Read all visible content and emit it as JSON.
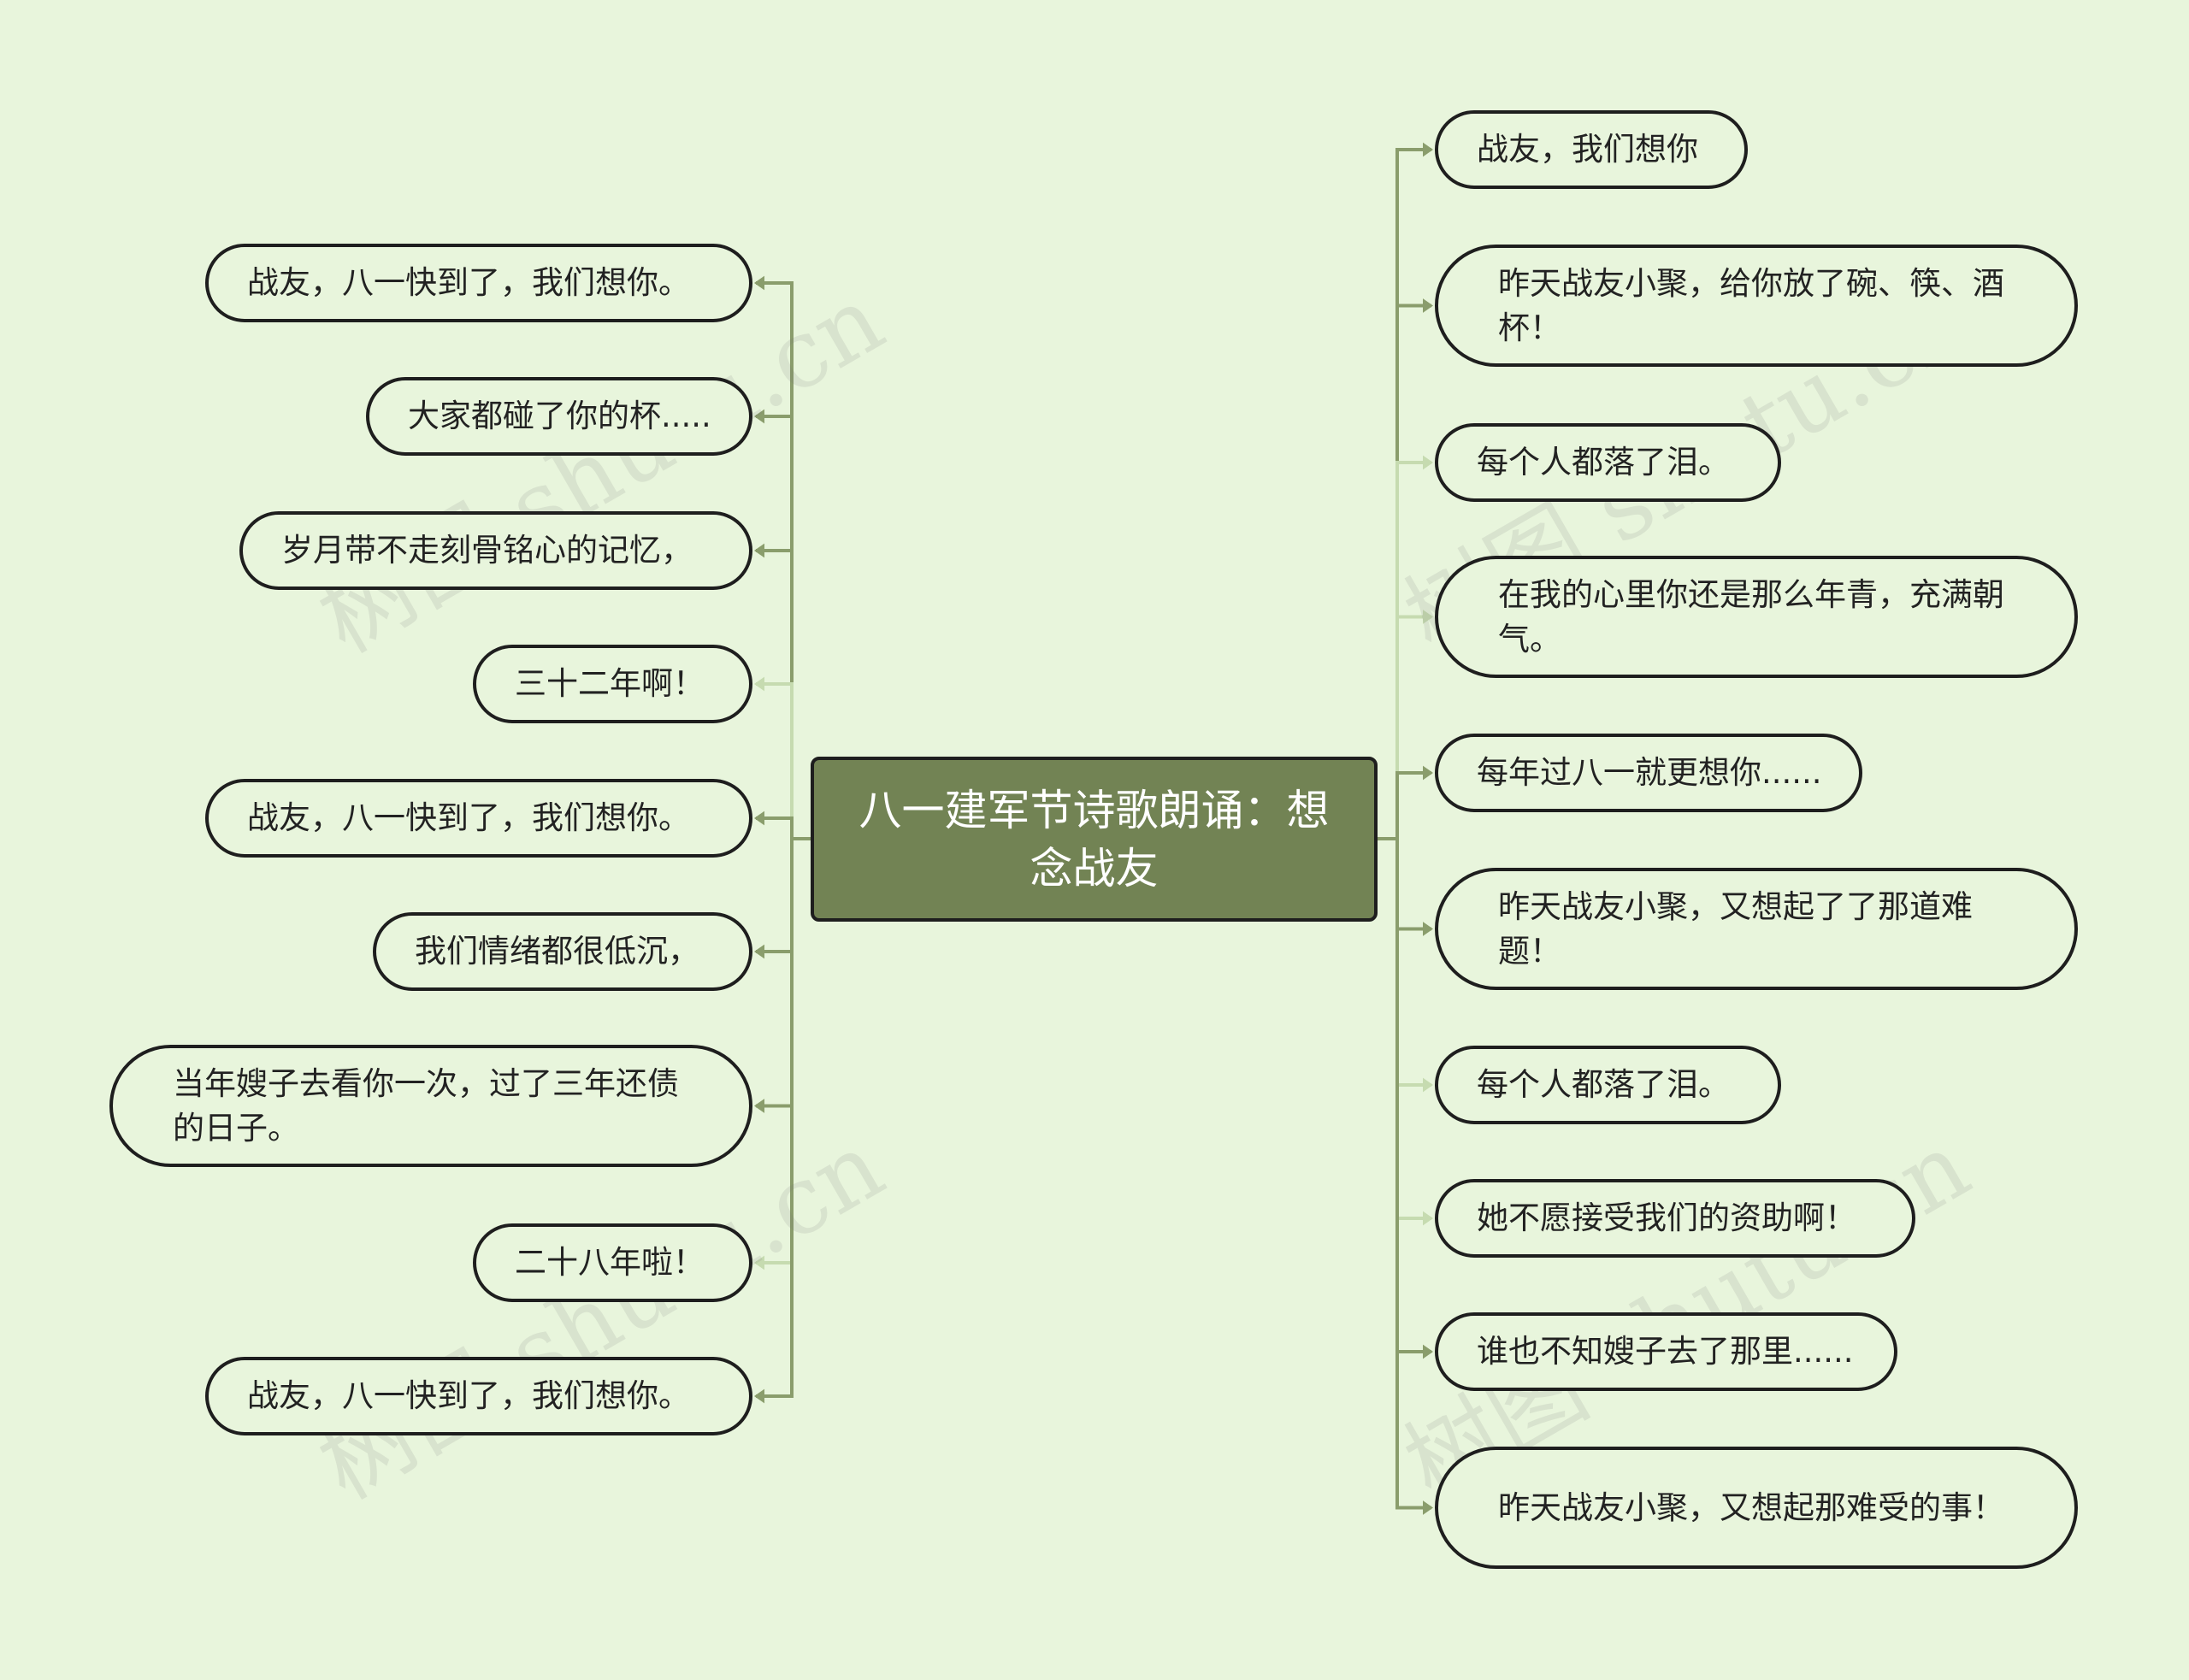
{
  "center": {
    "title": "八一建军节诗歌朗诵：想念战友"
  },
  "left_nodes": [
    "战友，八一快到了，我们想你。",
    "大家都碰了你的杯.....",
    "岁月带不走刻骨铭心的记忆，",
    "三十二年啊！",
    "战友，八一快到了，我们想你。",
    "我们情绪都很低沉，",
    "当年嫂子去看你一次，过了三年还债的日子。",
    "二十八年啦！",
    "战友，八一快到了，我们想你。"
  ],
  "right_nodes": [
    "战友，我们想你",
    "昨天战友小聚，给你放了碗、筷、酒杯！",
    "每个人都落了泪。",
    "在我的心里你还是那么年青，充满朝气。",
    "每年过八一就更想你......",
    "昨天战友小聚，又想起了了那道难题！",
    "每个人都落了泪。",
    "她不愿接受我们的资助啊！",
    "谁也不知嫂子去了那里......",
    "昨天战友小聚，又想起那难受的事！"
  ],
  "watermark": "树图 shutu.cn",
  "colors": {
    "background": "#e8f5dc",
    "center_fill": "#728354",
    "link": "#8a9d6c",
    "link_light": "#c6dbb0"
  }
}
